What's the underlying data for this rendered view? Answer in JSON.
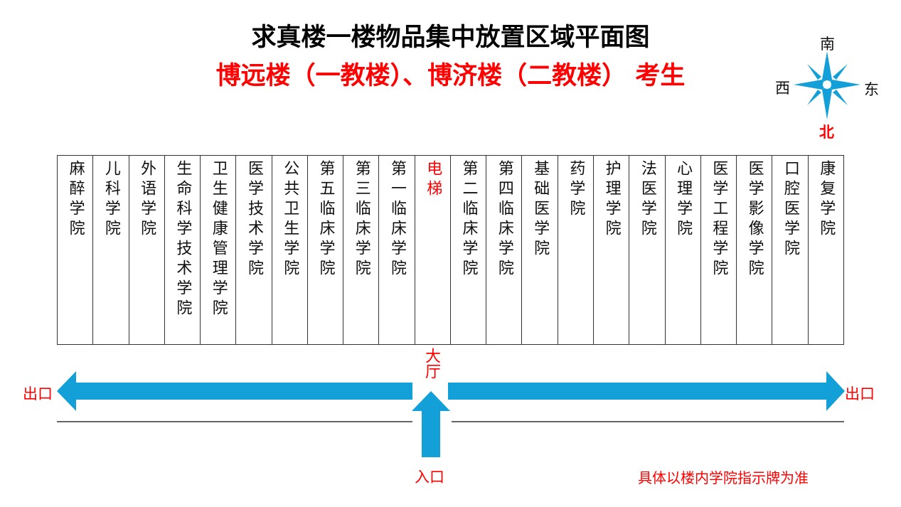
{
  "title": "求真楼一楼物品集中放置区域平面图",
  "subtitle": "博远楼（一教楼）、博济楼（二教楼） 考生",
  "rooms": [
    "麻醉学院",
    "儿科学院",
    "外语学院",
    "生命科学技术学院",
    "卫生健康管理学院",
    "医学技术学院",
    "公共卫生学院",
    "第五临床学院",
    "第三临床学院",
    "第一临床学院",
    "电梯",
    "第二临床学院",
    "第四临床学院",
    "基础医学院",
    "药学院",
    "护理学院",
    "法医学院",
    "心理学院",
    "医学工程学院",
    "医学影像学院",
    "口腔医学院",
    "康复学院"
  ],
  "labels": {
    "exit_left": "出口",
    "exit_right": "出口",
    "hall": "大厅",
    "entrance": "入口",
    "note": "具体以楼内学院指示牌为准"
  },
  "compass": {
    "south": "南",
    "west": "西",
    "east": "东",
    "north": "北"
  },
  "colors": {
    "arrow": "#139fd7",
    "accent": "#ff0000"
  }
}
